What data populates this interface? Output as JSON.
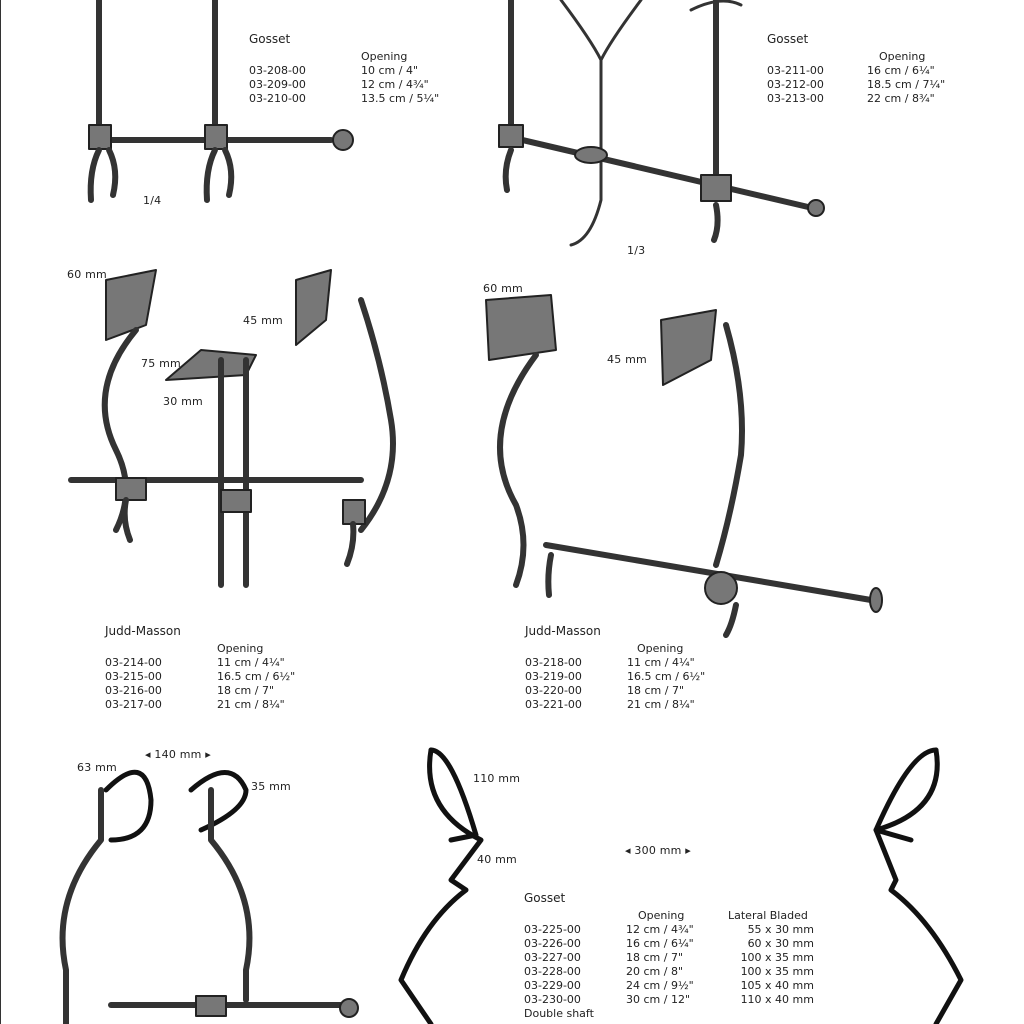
{
  "products": [
    {
      "name": "Gosset",
      "headers": [
        "Opening"
      ],
      "scale": "1/4",
      "rows": [
        [
          "03-208-00",
          "10 cm / 4\""
        ],
        [
          "03-209-00",
          "12 cm / 4¾\""
        ],
        [
          "03-210-00",
          "13.5 cm / 5¼\""
        ]
      ]
    },
    {
      "name": "Gosset",
      "headers": [
        "Opening"
      ],
      "scale": "1/3",
      "rows": [
        [
          "03-211-00",
          "16 cm / 6¼\""
        ],
        [
          "03-212-00",
          "18.5 cm / 7¼\""
        ],
        [
          "03-213-00",
          "22 cm / 8¾\""
        ]
      ]
    },
    {
      "name": "Judd-Masson",
      "headers": [
        "Opening"
      ],
      "dims": [
        "60 mm",
        "45 mm",
        "75 mm",
        "30 mm"
      ],
      "rows": [
        [
          "03-214-00",
          "11 cm / 4¼\""
        ],
        [
          "03-215-00",
          "16.5 cm / 6½\""
        ],
        [
          "03-216-00",
          "18 cm / 7\""
        ],
        [
          "03-217-00",
          "21 cm / 8¼\""
        ]
      ]
    },
    {
      "name": "Judd-Masson",
      "headers": [
        "Opening"
      ],
      "dims": [
        "60 mm",
        "45 mm"
      ],
      "rows": [
        [
          "03-218-00",
          "11 cm / 4¼\""
        ],
        [
          "03-219-00",
          "16.5 cm / 6½\""
        ],
        [
          "03-220-00",
          "18 cm / 7\""
        ],
        [
          "03-221-00",
          "21 cm / 8¼\""
        ]
      ]
    },
    {
      "dims": [
        "63 mm",
        "140 mm",
        "35 mm"
      ]
    },
    {
      "name": "Gosset",
      "headers": [
        "Opening",
        "Lateral Bladed"
      ],
      "dims": [
        "110 mm",
        "40 mm",
        "300 mm"
      ],
      "rows": [
        [
          "03-225-00",
          "12 cm / 4¾\"",
          "55 x 30 mm"
        ],
        [
          "03-226-00",
          "16 cm / 6¼\"",
          "60 x 30 mm"
        ],
        [
          "03-227-00",
          "18 cm / 7\"",
          "100 x 35 mm"
        ],
        [
          "03-228-00",
          "20 cm / 8\"",
          "100 x 35 mm"
        ],
        [
          "03-229-00",
          "24 cm / 9½\"",
          "105 x 40 mm"
        ],
        [
          "03-230-00",
          "30 cm / 12\"",
          "110 x 40 mm"
        ]
      ],
      "note": "Double shaft"
    }
  ]
}
